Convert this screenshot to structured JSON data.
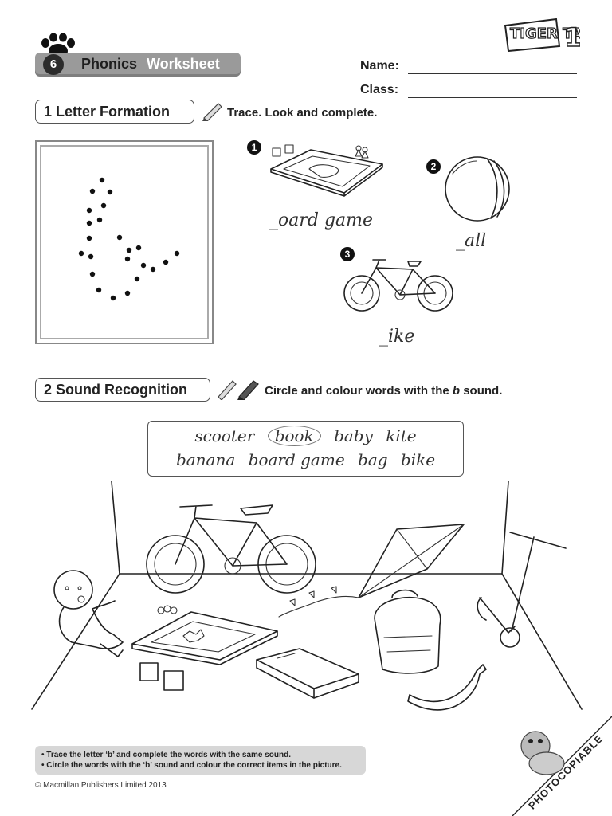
{
  "header": {
    "unit_number": "6",
    "title_part1": "Phonics",
    "title_part2": "Worksheet",
    "logo_text": "TIGER TALES",
    "logo_level": "1"
  },
  "fields": {
    "name_label": "Name:",
    "class_label": "Class:"
  },
  "section1": {
    "title": "1 Letter Formation",
    "instruction": "Trace. Look and complete.",
    "items": [
      {
        "number": "1",
        "word": "_oard game",
        "icon": "board-game-icon"
      },
      {
        "number": "2",
        "word": "_all",
        "icon": "ball-icon"
      },
      {
        "number": "3",
        "word": "_ike",
        "icon": "bicycle-icon"
      }
    ]
  },
  "section2": {
    "title": "2 Sound Recognition",
    "instruction_pre": "Circle and colour words with the ",
    "instruction_letter": "b",
    "instruction_post": " sound.",
    "words_row1": [
      "scooter",
      "book",
      "baby",
      "kite"
    ],
    "words_row2": [
      "banana",
      "board game",
      "bag",
      "bike"
    ],
    "circled_word": "book"
  },
  "footer": {
    "note1": "• Trace the letter ‘b’ and complete the words with the same sound.",
    "note2": "• Circle the words with the ‘b’ sound and colour the correct items in the picture.",
    "copyright": "© Macmillan Publishers Limited 2013",
    "photocopiable": "PHOTOCOPIABLE"
  }
}
